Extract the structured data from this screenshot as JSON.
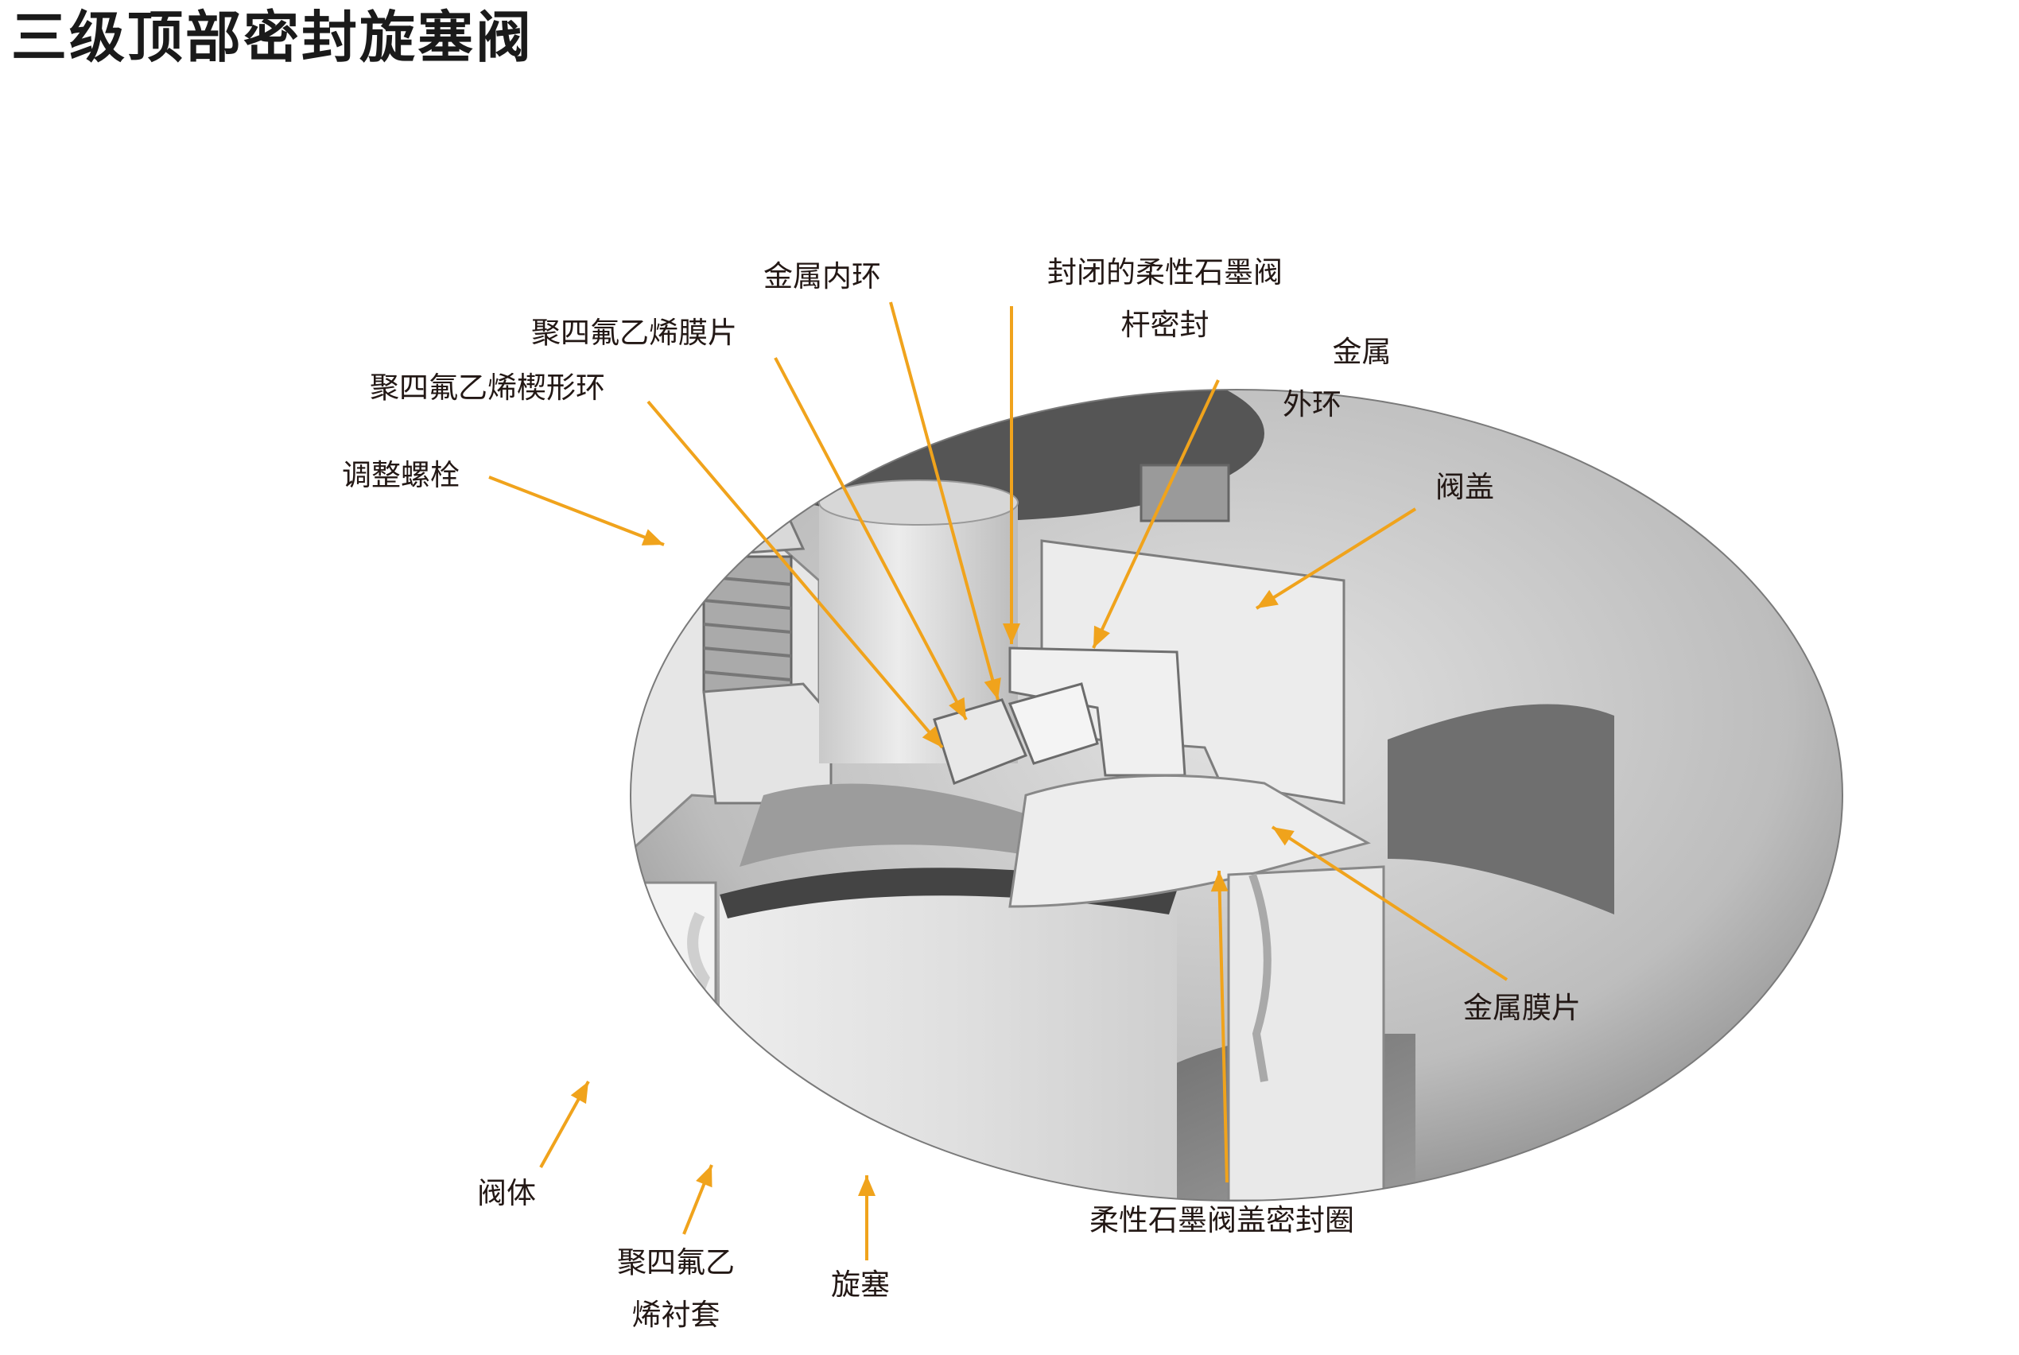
{
  "title": "三级顶部密封旋塞阀",
  "accent_color": "#f0a31c",
  "labels": {
    "metal_inner_ring": "金属内环",
    "graphite_stem_seal": [
      "封闭的柔性石墨阀",
      "杆密封"
    ],
    "ptfe_diaphragm": "聚四氟乙烯膜片",
    "ptfe_wedge_ring": "聚四氟乙烯楔形环",
    "adjusting_bolt": "调整螺栓",
    "metal_outer_ring": [
      "金属",
      "外环"
    ],
    "bonnet": "阀盖",
    "metal_diaphragm": "金属膜片",
    "body": "阀体",
    "ptfe_sleeve": [
      "聚四氟乙",
      "烯衬套"
    ],
    "plug": "旋塞",
    "graphite_bonnet_gasket": "柔性石墨阀盖密封圈"
  }
}
